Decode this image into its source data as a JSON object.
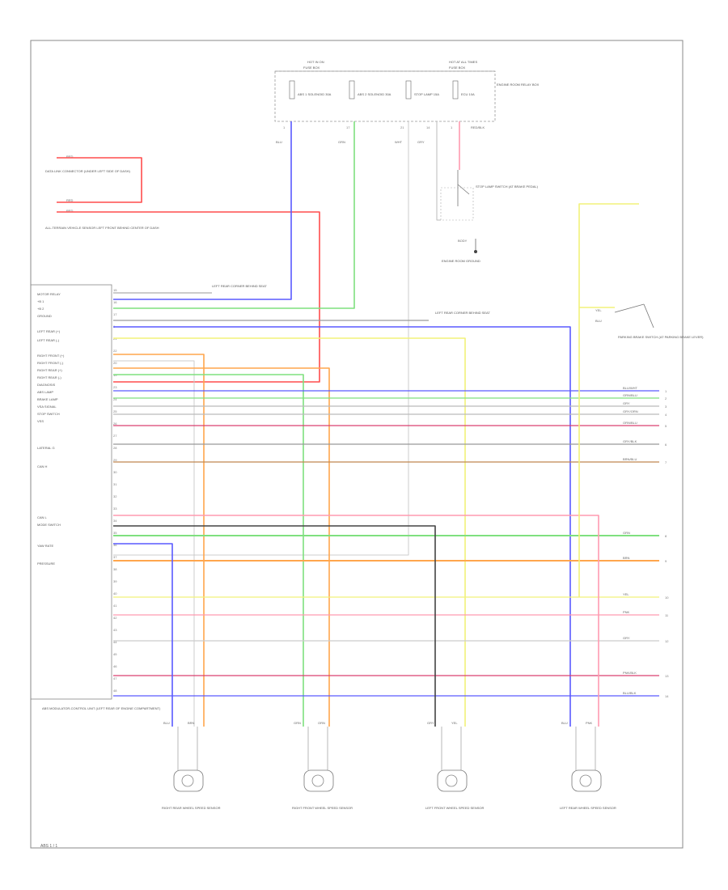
{
  "page_id": "ABS 1 / 1",
  "fuses": {
    "left": {
      "title": "HOT IN ON",
      "sub": "FUSE BOX",
      "items": [
        "ABS 1 SOLENOID 30A",
        "ABS 2 SOLENOID 30A"
      ]
    },
    "right": {
      "title": "HOT AT ALL TIMES",
      "sub": "FUSE BOX",
      "items": [
        "STOP LAMP 15A",
        "ECU 10A"
      ]
    },
    "panel_label": "ENGINE ROOM RELAY BOX",
    "pins": [
      "1",
      "17",
      "21",
      "14",
      "1"
    ],
    "wire_codes": [
      "BLU",
      "GRN",
      "WHT",
      "GRY",
      "RED/BLK"
    ]
  },
  "diag_connector": {
    "label": "DATA LINK CONNECTOR (UNDER LEFT SIDE OF DASH)",
    "code": "RED"
  },
  "vss_connector": {
    "label": "ALL-TERRAIN VEHICLE SENSOR LEFT FRONT BEHIND CENTER OF DASH",
    "codes": [
      "RED",
      "RED"
    ]
  },
  "stop_switch": {
    "label": "STOP LAMP SWITCH (AT BRAKE PEDAL)",
    "ground": "BODY",
    "ground_label": "ENGINE ROOM GROUND"
  },
  "ecm_label": "ABS MODULATOR-CONTROL UNIT (LEFT REAR OF ENGINE COMPARTMENT)",
  "pin_labels": [
    "MOTOR RELAY",
    "+B 1",
    "+B 2",
    "GROUND",
    "LEFT REAR (+)",
    "LEFT REAR (-)",
    "RIGHT FRONT (+)",
    "RIGHT FRONT (-)",
    "RIGHT REAR (+)",
    "RIGHT REAR (-)",
    "DIAGNOSIS",
    "ABS LAMP",
    "BRAKE LAMP",
    "VSA SIGNAL",
    "STOP SWITCH",
    "VSS",
    "LATERAL G",
    "CAN H",
    "CAN L",
    "MODE SWITCH",
    "YAW RATE",
    "PRESSURE"
  ],
  "pin_numbers": [
    "15",
    "16",
    "17",
    "1",
    "21",
    "22",
    "20",
    "19",
    "23",
    "24",
    "25",
    "26",
    "27",
    "28",
    "29",
    "30",
    "31",
    "32",
    "33",
    "34",
    "35",
    "36",
    "37",
    "38",
    "39",
    "40",
    "41",
    "42",
    "43",
    "44",
    "45",
    "46",
    "47",
    "48"
  ],
  "ext_labels": [
    "LEFT REAR CORNER BEHIND SEAT",
    "LEFT REAR CORNER BEHIND SEAT"
  ],
  "brake_switch": {
    "label": "PARKING BRAKE SWITCH (AT PARKING BRAKE LEVER)",
    "codes": [
      "YEL",
      "BLU"
    ]
  },
  "right_wire_codes": [
    "BLU/WHT",
    "GRN/BLU",
    "GRY",
    "GRY/ORN",
    "ORN/BLU",
    "GRY/BLK",
    "BRN/BLU",
    "GRN",
    "BRN",
    "YEL",
    "PNK",
    "GRY",
    "PNK/BLK",
    "BLU/BLK"
  ],
  "right_pins": [
    "1",
    "2",
    "3",
    "4",
    "5",
    "6",
    "7",
    "8",
    "9",
    "10",
    "11",
    "12",
    "13",
    "14"
  ],
  "sensors": [
    {
      "label": "RIGHT REAR WHEEL SPEED SENSOR",
      "codes": [
        "BLU",
        "BRN"
      ]
    },
    {
      "label": "RIGHT FRONT WHEEL SPEED SENSOR",
      "codes": [
        "GRN",
        "ORN"
      ]
    },
    {
      "label": "LEFT FRONT WHEEL SPEED SENSOR",
      "codes": [
        "GRY",
        "YEL"
      ]
    },
    {
      "label": "LEFT REAR WHEEL SPEED SENSOR",
      "codes": [
        "BLU",
        "PNK"
      ]
    }
  ],
  "wire_colors": {
    "red": "#ff4d4d",
    "blue": "#5a5aff",
    "green": "#7fe07f",
    "yellow": "#f2f27a",
    "orange": "#ffa64d",
    "brown": "#c08850",
    "gray": "#9a9a9a",
    "pink": "#ff9ab0",
    "black": "#444444",
    "crimson": "#d94070"
  }
}
